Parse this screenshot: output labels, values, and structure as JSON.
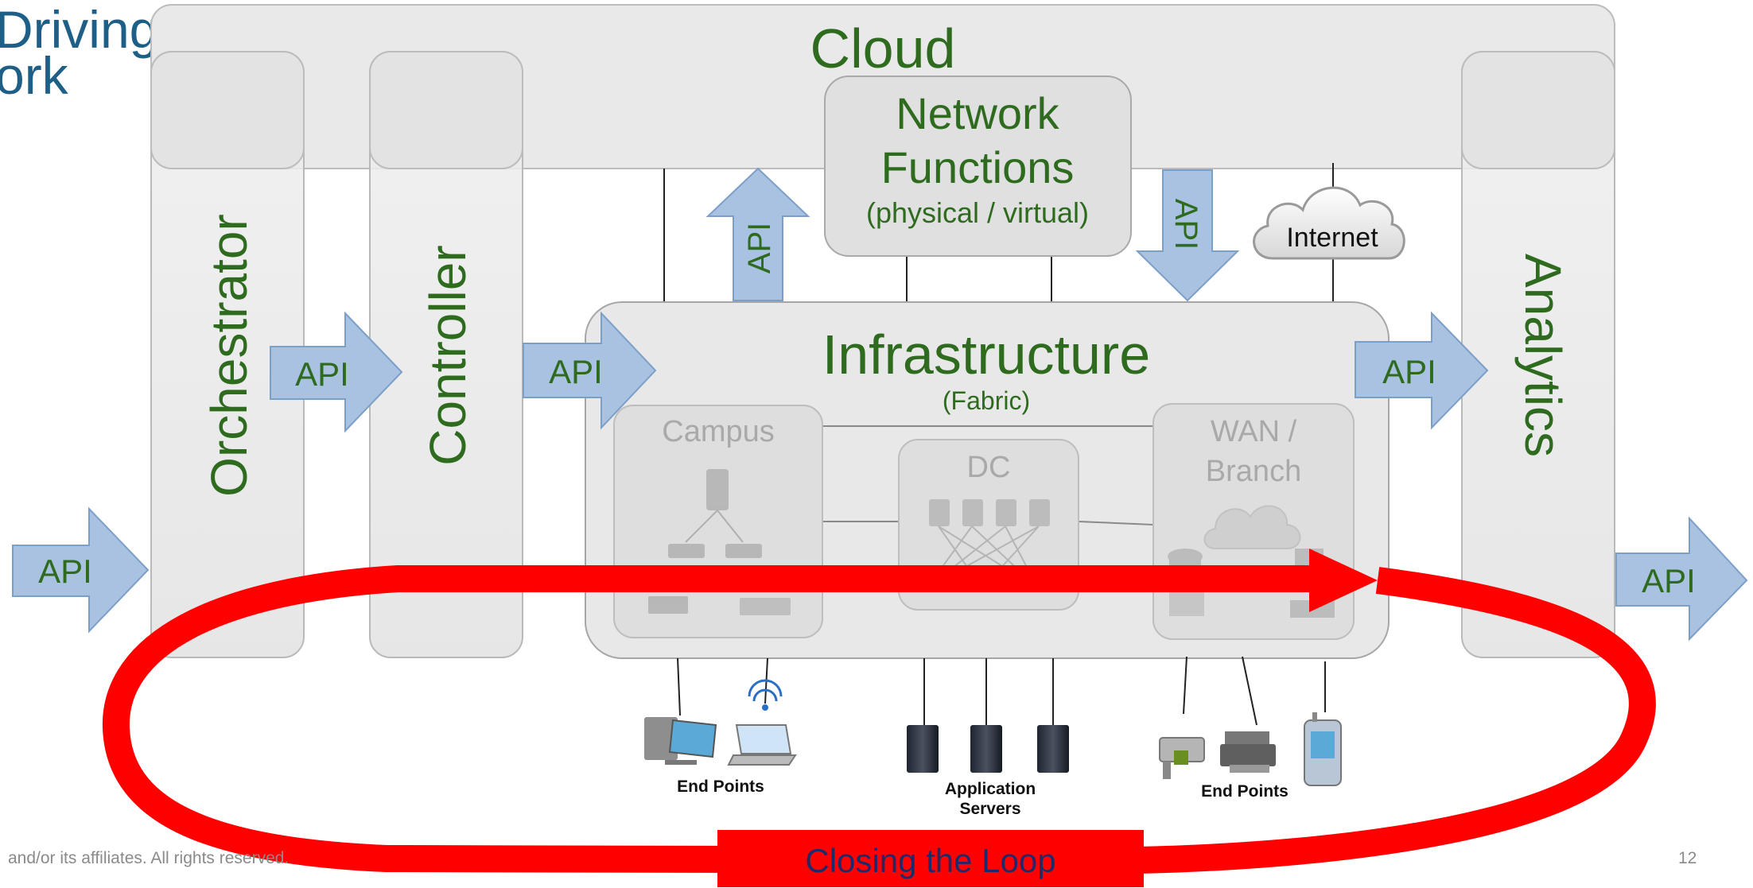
{
  "title_fragment": {
    "line1": "Driving",
    "line2": "ork"
  },
  "cloud": {
    "label": "Cloud"
  },
  "orchestrator": {
    "label": "Orchestrator"
  },
  "controller": {
    "label": "Controller"
  },
  "analytics": {
    "label": "Analytics"
  },
  "network_functions": {
    "line1": "Network",
    "line2": "Functions",
    "line3": "(physical / virtual)"
  },
  "internet": {
    "label": "Internet"
  },
  "infrastructure": {
    "label": "Infrastructure",
    "sublabel": "(Fabric)"
  },
  "campus": {
    "label": "Campus"
  },
  "dc": {
    "label": "DC"
  },
  "wan_branch": {
    "line1": "WAN /",
    "line2": "Branch"
  },
  "api_label": "API",
  "endpoints_left": {
    "label": "End Points"
  },
  "app_servers": {
    "line1": "Application",
    "line2": "Servers"
  },
  "endpoints_right": {
    "label": "End Points"
  },
  "closing_loop": {
    "label": "Closing the Loop"
  },
  "footer": {
    "text": "and/or its affiliates.  All rights reserved.",
    "page_number": "12"
  },
  "colors": {
    "label_green": "#2e6b1f",
    "api_blue_fill": "#a9c2e2",
    "api_blue_stroke": "#7c9fc8",
    "panel_fill": "#ececec",
    "panel_stroke": "#b9b9b9",
    "loop_red": "#ff0000",
    "loop_text": "#1f2a6b",
    "title_blue": "#1d5f86"
  }
}
